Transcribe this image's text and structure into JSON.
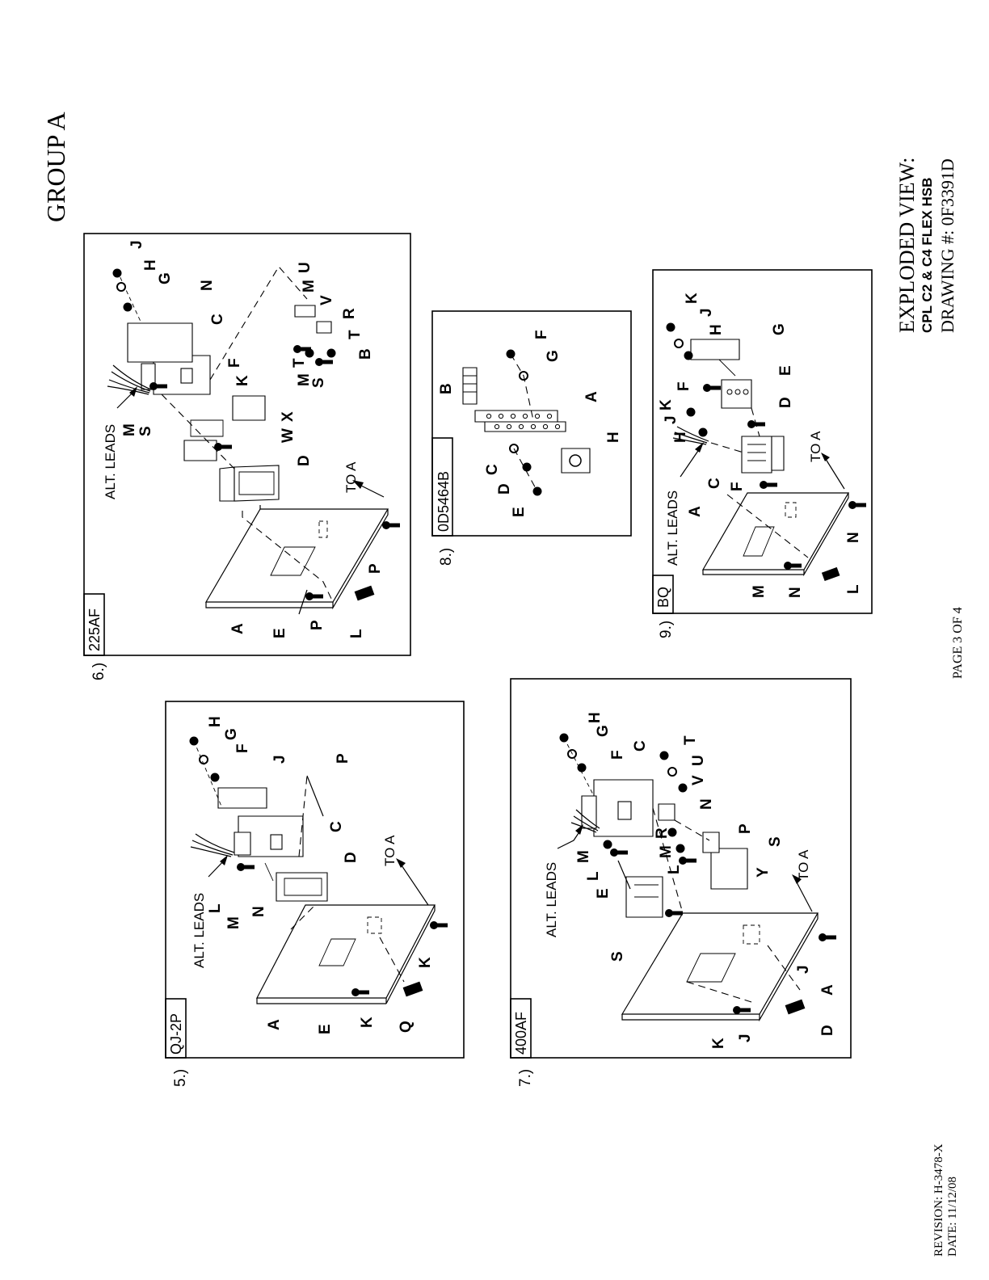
{
  "header": {
    "group": "GROUP A",
    "title": "EXPLODED VIEW:",
    "subtitle": "CPL C2 & C4 FLEX HSB",
    "drawing": "DRAWING #: 0F3391D"
  },
  "footer": {
    "page": "PAGE 3 OF 4",
    "revision": "REVISION: H-3478-X",
    "date": "DATE: 11/12/08"
  },
  "panels": {
    "p5": {
      "number": "5.)",
      "model": "QJ-2P",
      "leads": "ALT. LEADS",
      "to": "TO A",
      "labels": [
        "A",
        "C",
        "D",
        "E",
        "F",
        "G",
        "H",
        "J",
        "K",
        "K",
        "L",
        "M",
        "N",
        "P",
        "Q"
      ]
    },
    "p6": {
      "number": "6.)",
      "model": "225AF",
      "leads": "ALT. LEADS",
      "to": "TO A",
      "labels": [
        "A",
        "B",
        "C",
        "D",
        "E",
        "F",
        "G",
        "H",
        "J",
        "K",
        "L",
        "M",
        "M",
        "N",
        "P",
        "P",
        "R",
        "S",
        "S",
        "T",
        "T",
        "U",
        "V",
        "W",
        "X"
      ]
    },
    "p7": {
      "number": "7.)",
      "model": "400AF",
      "leads": "ALT. LEADS",
      "to": "TO A",
      "labels": [
        "A",
        "C",
        "D",
        "E",
        "F",
        "G",
        "H",
        "J",
        "J",
        "K",
        "L",
        "L",
        "M",
        "M",
        "R",
        "N",
        "P",
        "S",
        "S",
        "T",
        "U",
        "V",
        "Y"
      ]
    },
    "p8": {
      "number": "8.)",
      "model": "0D5464B",
      "labels": [
        "A",
        "B",
        "C",
        "D",
        "E",
        "F",
        "G",
        "H"
      ]
    },
    "p9": {
      "number": "9.)",
      "model": "BQ",
      "leads": "ALT. LEADS",
      "to": "TO A",
      "labels": [
        "A",
        "C",
        "D",
        "E",
        "F",
        "F",
        "G",
        "H",
        "H",
        "J",
        "J",
        "K",
        "K",
        "L",
        "M",
        "N",
        "N"
      ]
    }
  }
}
